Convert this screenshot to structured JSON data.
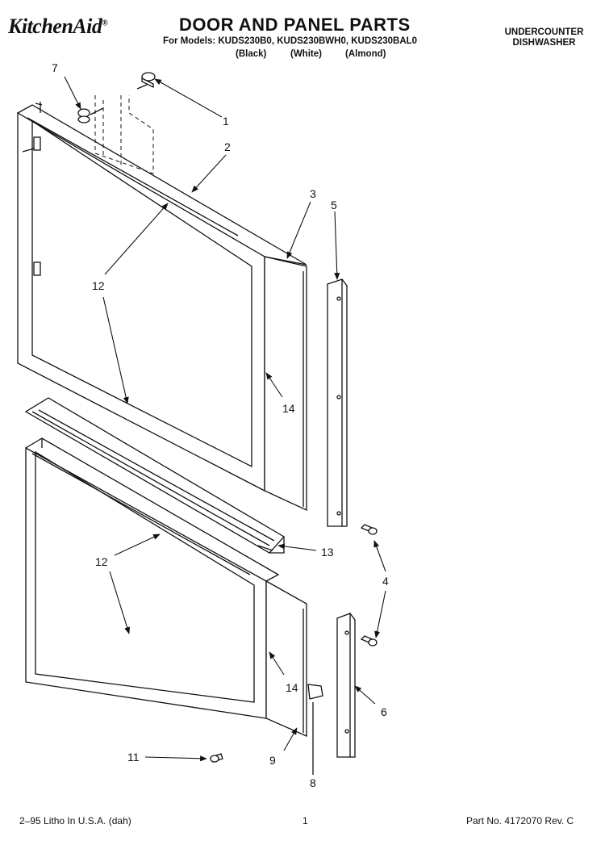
{
  "header": {
    "brand": "KitchenAid",
    "brand_mark": "®",
    "title": "DOOR AND PANEL PARTS",
    "models_line": "For Models: KUDS230B0, KUDS230BWH0, KUDS230BAL0",
    "colors": [
      "(Black)",
      "(White)",
      "(Almond)"
    ],
    "product_type": [
      "UNDERCOUNTER",
      "DISHWASHER"
    ]
  },
  "callouts": [
    {
      "id": "1",
      "label": "1"
    },
    {
      "id": "2",
      "label": "2"
    },
    {
      "id": "3",
      "label": "3"
    },
    {
      "id": "4",
      "label": "4"
    },
    {
      "id": "5",
      "label": "5"
    },
    {
      "id": "6",
      "label": "6"
    },
    {
      "id": "7",
      "label": "7"
    },
    {
      "id": "8",
      "label": "8"
    },
    {
      "id": "9",
      "label": "9"
    },
    {
      "id": "11",
      "label": "11"
    },
    {
      "id": "12a",
      "label": "12"
    },
    {
      "id": "12b",
      "label": "12"
    },
    {
      "id": "13",
      "label": "13"
    },
    {
      "id": "14a",
      "label": "14"
    },
    {
      "id": "14b",
      "label": "14"
    }
  ],
  "footer": {
    "litho": "2–95 Litho In U.S.A. (dah)",
    "page": "1",
    "part_no": "Part No. 4172070 Rev. C"
  }
}
